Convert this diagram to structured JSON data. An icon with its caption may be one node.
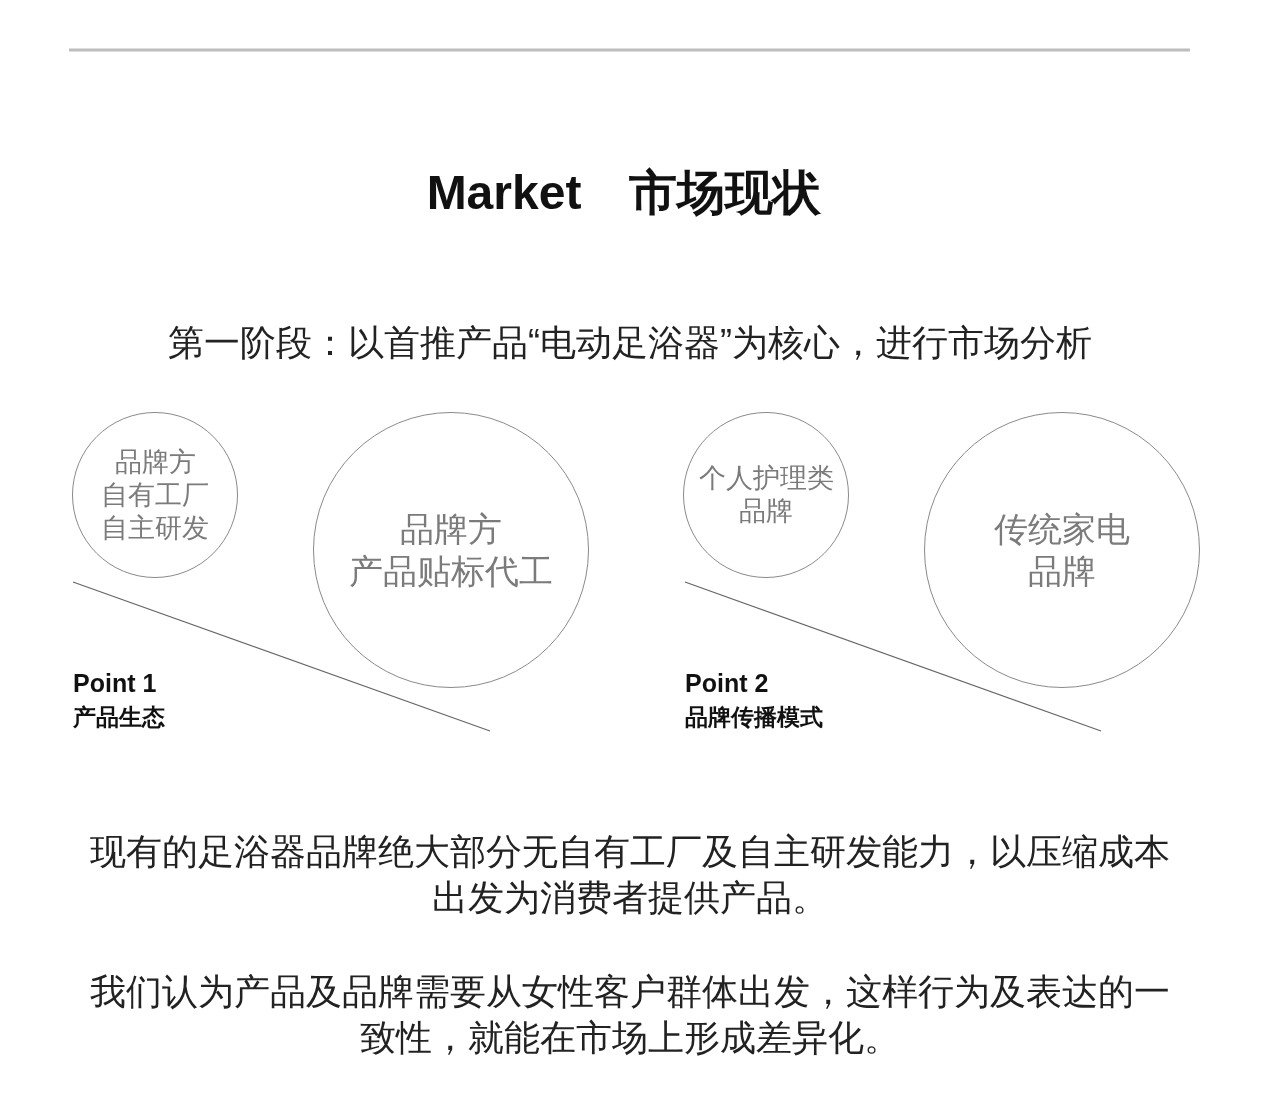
{
  "diagram": {
    "title": "Market　市场现状",
    "nodes": [
      {
        "text": [
          "品牌方",
          "自有工厂",
          "自主研发"
        ]
      },
      {
        "text": [
          "品牌方",
          "产品贴标代工"
        ]
      },
      {
        "text": [
          "个人护理类品牌"
        ]
      },
      {
        "text": [
          "传统家电品牌"
        ]
      }
    ],
    "labels": [
      "第一阶段：以首推产品“电动足浴器”为核心，进行市场分析",
      "Point 1",
      "产品生态",
      "Point 2",
      "品牌传播模式",
      "现有的足浴器品牌绝大部分无自有工厂及自主研发能力，以压缩成本出发为消费者提供产品。",
      "我们认为产品及品牌需要从女性客户群体出发，这样行为及表达的一致性，就能在市场上形成差异化。"
    ]
  }
}
